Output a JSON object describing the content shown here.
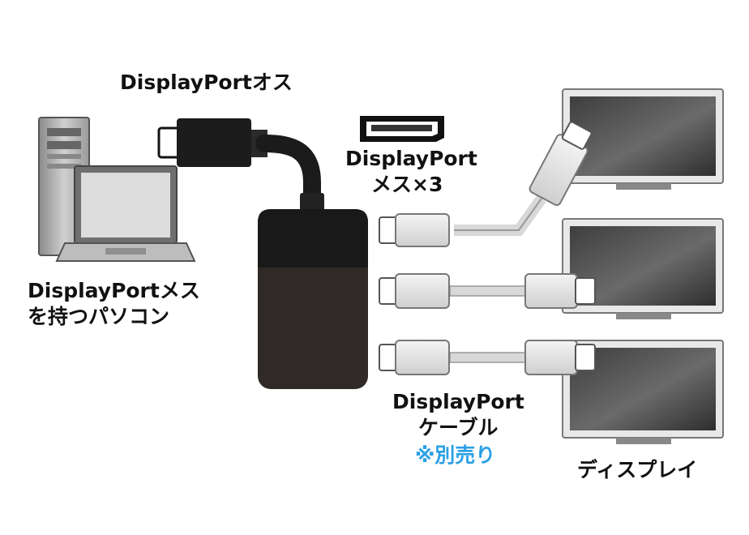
{
  "labels": {
    "plug_male": "DisplayPortオス",
    "pc_line1": "DisplayPortメス",
    "pc_line2": "を持つパソコン",
    "female_line1": "DisplayPort",
    "female_line2": "メス×3",
    "cable_line1": "DisplayPort",
    "cable_line2": "ケーブル",
    "cable_note": "※別売り",
    "display": "ディスプレイ"
  },
  "colors": {
    "text": "#111111",
    "note": "#2aa0e6",
    "adapter_top": "#1b1b1b",
    "adapter_body": "#2e2a28",
    "screen": "#4a4a4a",
    "cable_plug": "#e6e6e6"
  },
  "icons": [
    "desktop-tower-icon",
    "laptop-icon",
    "displayport-male-plug-icon",
    "adapter-hub-icon",
    "displayport-female-port-icon",
    "monitor-icon",
    "displayport-cable-icon"
  ]
}
